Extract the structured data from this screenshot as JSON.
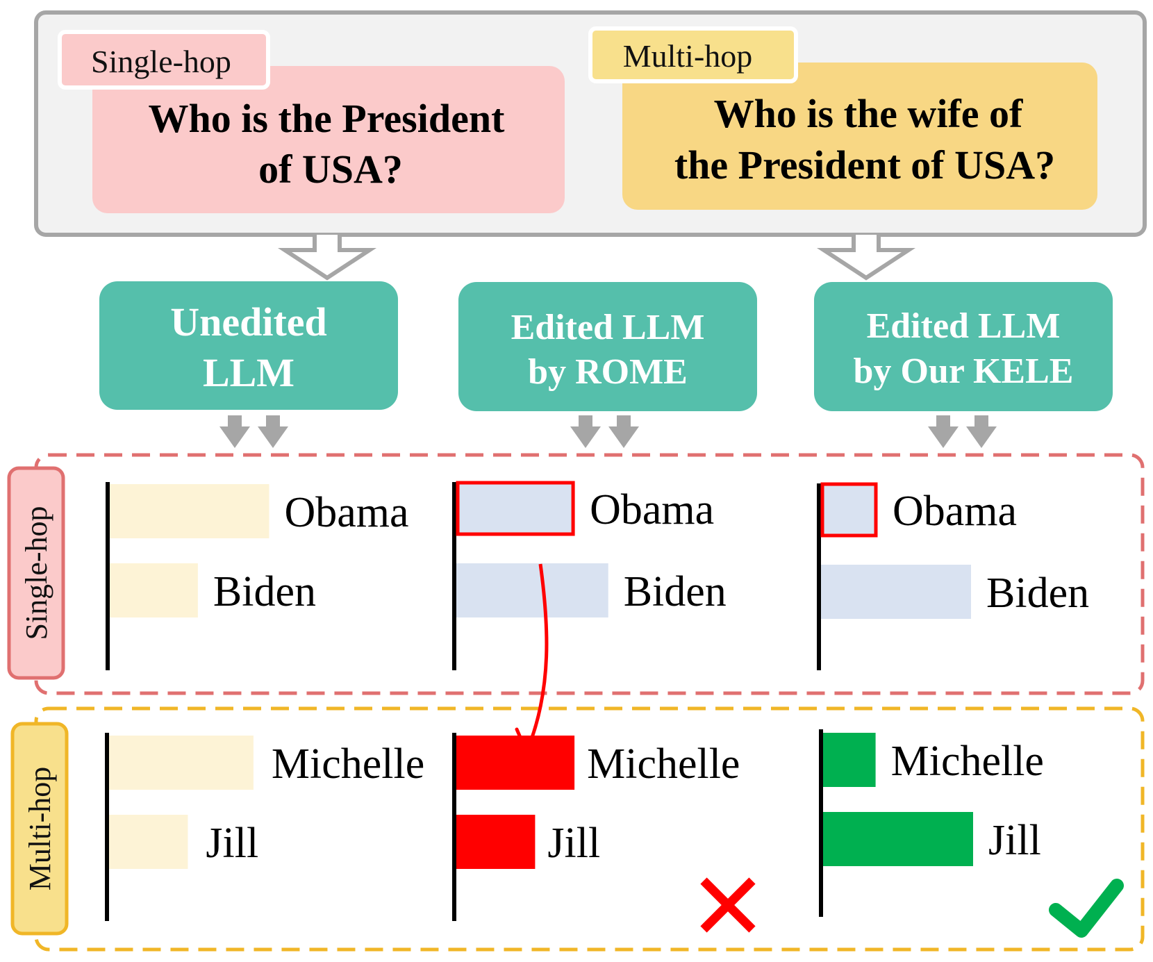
{
  "questions": {
    "single_hop": {
      "tag": "Single-hop",
      "lines": [
        "Who is the President",
        "of USA?"
      ]
    },
    "multi_hop": {
      "tag": "Multi-hop",
      "lines": [
        "Who is the wife of",
        "the President of USA?"
      ]
    }
  },
  "models": [
    {
      "lines": [
        "Unedited",
        "LLM"
      ]
    },
    {
      "lines": [
        "Edited LLM",
        "by ROME"
      ]
    },
    {
      "lines": [
        "Edited LLM",
        "by Our KELE"
      ]
    }
  ],
  "rows": {
    "single_hop": {
      "label": "Single-hop"
    },
    "multi_hop": {
      "label": "Multi-hop"
    }
  },
  "chart_data": [
    {
      "type": "bar",
      "panel": "Unedited LLM / Single-hop",
      "categories": [
        "Obama",
        "Biden"
      ],
      "values": [
        0.85,
        0.47
      ],
      "bar_color": "#fdf3d6"
    },
    {
      "type": "bar",
      "panel": "Edited LLM by ROME / Single-hop",
      "categories": [
        "Obama",
        "Biden"
      ],
      "values": [
        0.63,
        0.81
      ],
      "bar_color": "#d9e2f1",
      "highlight": "Obama"
    },
    {
      "type": "bar",
      "panel": "Edited LLM by Our KELE / Single-hop",
      "categories": [
        "Obama",
        "Biden"
      ],
      "values": [
        0.3,
        0.8
      ],
      "bar_color": "#d9e2f1",
      "highlight": "Obama"
    },
    {
      "type": "bar",
      "panel": "Unedited LLM / Multi-hop",
      "categories": [
        "Michelle",
        "Jill"
      ],
      "values": [
        0.77,
        0.42
      ],
      "bar_color": "#fdf3d6"
    },
    {
      "type": "bar",
      "panel": "Edited LLM by ROME / Multi-hop",
      "categories": [
        "Michelle",
        "Jill"
      ],
      "values": [
        0.63,
        0.42
      ],
      "bar_color": "#ff0000",
      "result": "wrong"
    },
    {
      "type": "bar",
      "panel": "Edited LLM by Our KELE / Multi-hop",
      "categories": [
        "Michelle",
        "Jill"
      ],
      "values": [
        0.28,
        0.8
      ],
      "bar_color": "#00b050",
      "result": "correct"
    }
  ],
  "icons": {
    "wrong": "cross-icon",
    "correct": "check-icon"
  },
  "colors": {
    "teal": "#55bfab",
    "pink": "#fbcaca",
    "yellow": "#f8d784",
    "red": "#ff0000",
    "green": "#00b050",
    "row_pink_border": "#e07070",
    "row_yellow_border": "#f0b627"
  }
}
